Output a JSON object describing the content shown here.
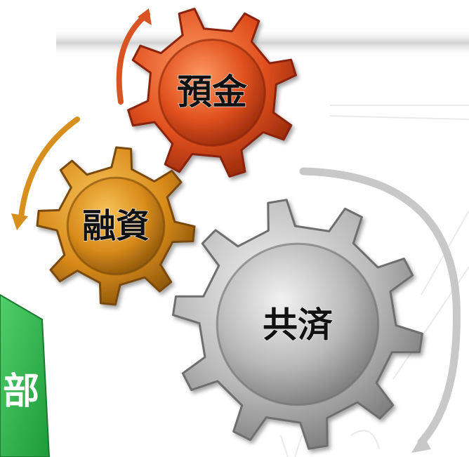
{
  "gears": [
    {
      "id": "deposit",
      "label": "預金",
      "color": "#e0501e",
      "light": "#ff9a62",
      "dark": "#8a2308"
    },
    {
      "id": "loan",
      "label": "融資",
      "color": "#d98b1a",
      "light": "#f7c45a",
      "dark": "#7a4a08"
    },
    {
      "id": "mutual-aid",
      "label": "共済",
      "color": "#b9b9b9",
      "light": "#f2f2f2",
      "dark": "#6e6e6e"
    }
  ],
  "side_panel": {
    "label_fragment": "部",
    "color": "#2eb24a"
  },
  "arrows": {
    "deposit_color": "#d85422",
    "loan_color": "#d7901e",
    "mutual_color": "#c8c8c8"
  }
}
